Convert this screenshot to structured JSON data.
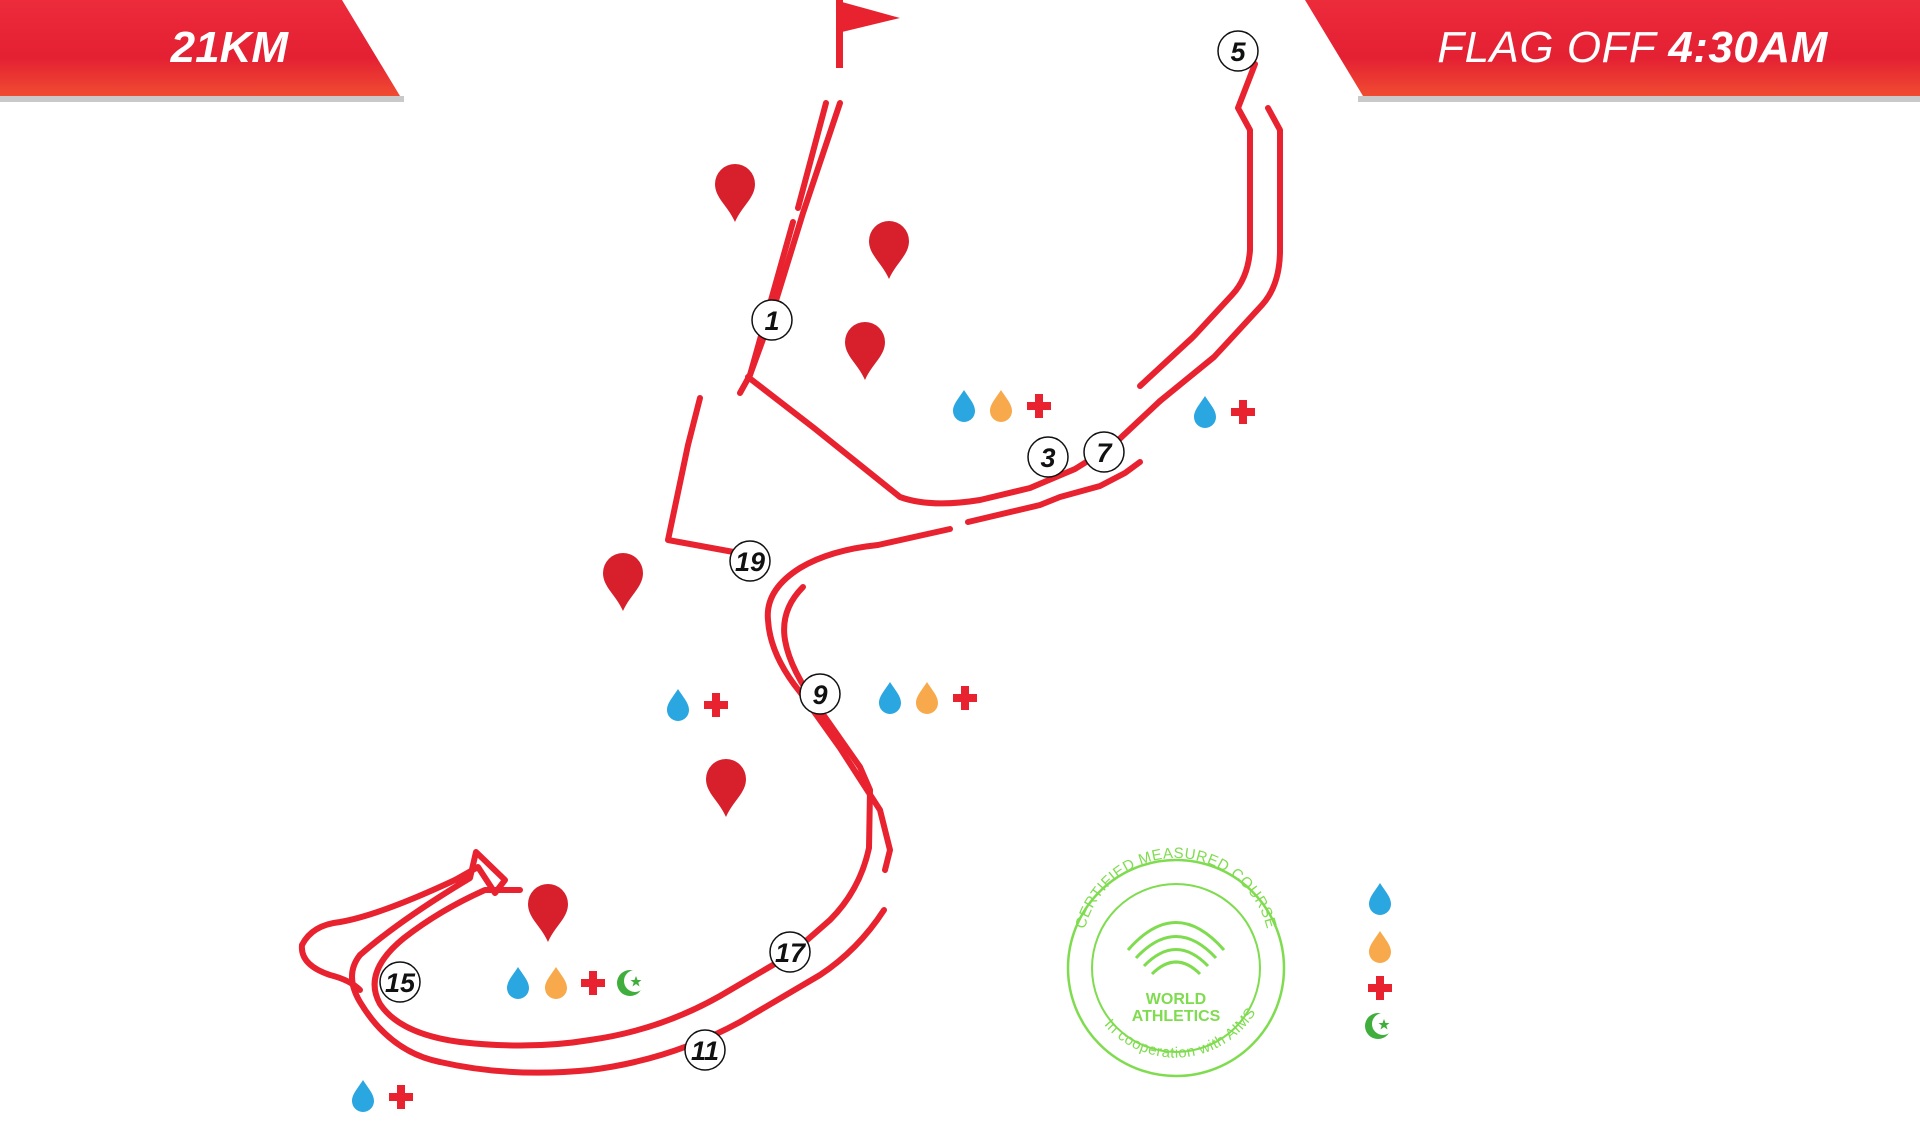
{
  "header": {
    "distance": "21KM",
    "flag_off_label": "FLAG OFF",
    "flag_off_time": "4:30AM"
  },
  "colors": {
    "route": "#e8222f",
    "banner": "#e42033",
    "water": "#2aa6e0",
    "energy": "#f7a94c",
    "medical": "#e8222f",
    "prayer": "#3fae3c",
    "seal": "#7fdc4f",
    "landmark": "#d7202c"
  },
  "markers": {
    "km": [
      "1",
      "3",
      "5",
      "7",
      "9",
      "11",
      "15",
      "17",
      "19"
    ]
  },
  "icons": {
    "start": "flag-icon",
    "landmark": "map-pin-icon",
    "water": "water-drop-icon",
    "energy": "energy-drop-icon",
    "medical": "medical-cross-icon",
    "prayer": "crescent-star-icon"
  },
  "certification": {
    "top_text": "CERTIFIED MEASURED COURSE",
    "org_line1": "WORLD",
    "org_line2": "ATHLETICS",
    "bottom_text": "In cooperation with AIMS"
  }
}
